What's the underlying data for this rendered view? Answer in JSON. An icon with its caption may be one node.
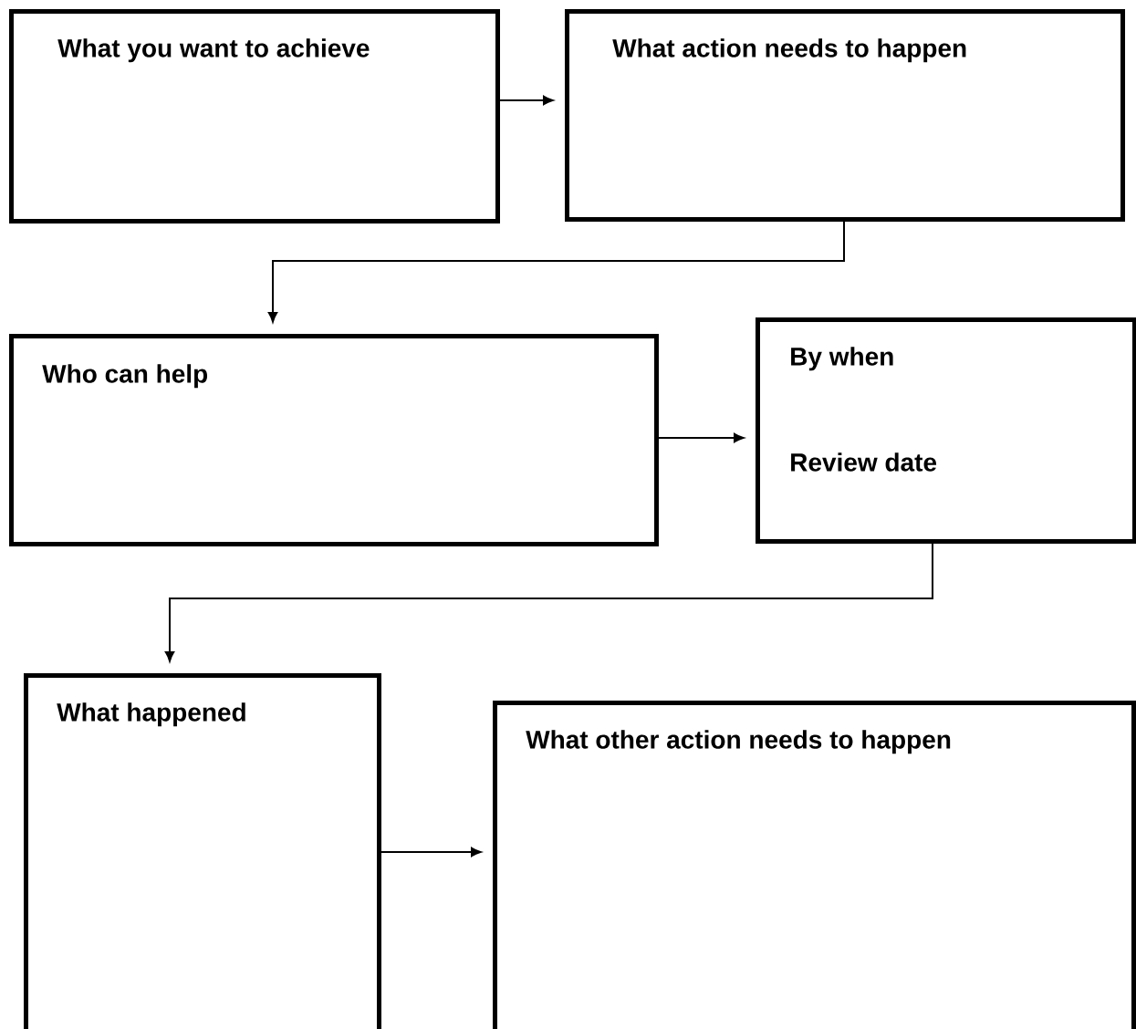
{
  "diagram": {
    "nodes": [
      {
        "text": [
          "What you want to achieve"
        ]
      },
      {
        "text": [
          "What action needs to happen"
        ]
      },
      {
        "text": [
          "Who can help"
        ]
      },
      {
        "text": [
          "By when",
          "Review date"
        ]
      },
      {
        "text": [
          "What happened"
        ]
      },
      {
        "text": [
          "What other action needs to happen"
        ]
      }
    ],
    "edges": [
      {
        "from": 0,
        "to": 1,
        "arrow": "to"
      },
      {
        "from": 1,
        "to": 2,
        "arrow": "to"
      },
      {
        "from": 2,
        "to": 3,
        "arrow": "to"
      },
      {
        "from": 3,
        "to": 4,
        "arrow": "to"
      },
      {
        "from": 4,
        "to": 5,
        "arrow": "to"
      }
    ]
  }
}
